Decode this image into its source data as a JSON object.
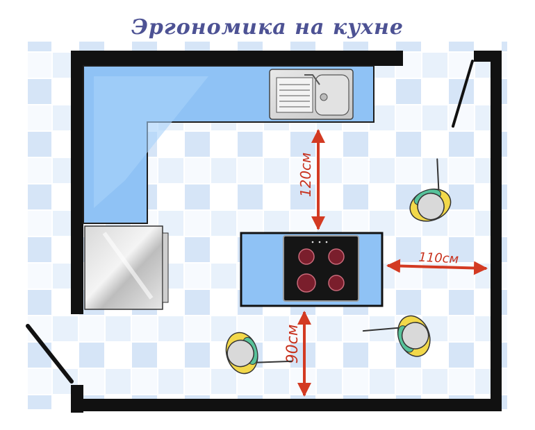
{
  "title": "Эргономика на кухне",
  "dimensions": {
    "sink_to_island": "120см",
    "island_to_wall": "110см",
    "island_to_door": "90см"
  },
  "colors": {
    "wall": "#111111",
    "counter": "#8fc2f5",
    "tile_light": "#dde9f9",
    "tile_mid": "#b9d3f2",
    "arrow": "#d33a22",
    "title": "#4d5294",
    "cooktop": "#151515",
    "burner": "#7a1e2c",
    "person_head": "#d9d9d9",
    "person_shirt": "#f2d84a",
    "person_collar": "#57c29a"
  },
  "icons": [
    "sink-icon",
    "cooktop-icon",
    "fridge-icon",
    "person-icon",
    "door-icon"
  ]
}
